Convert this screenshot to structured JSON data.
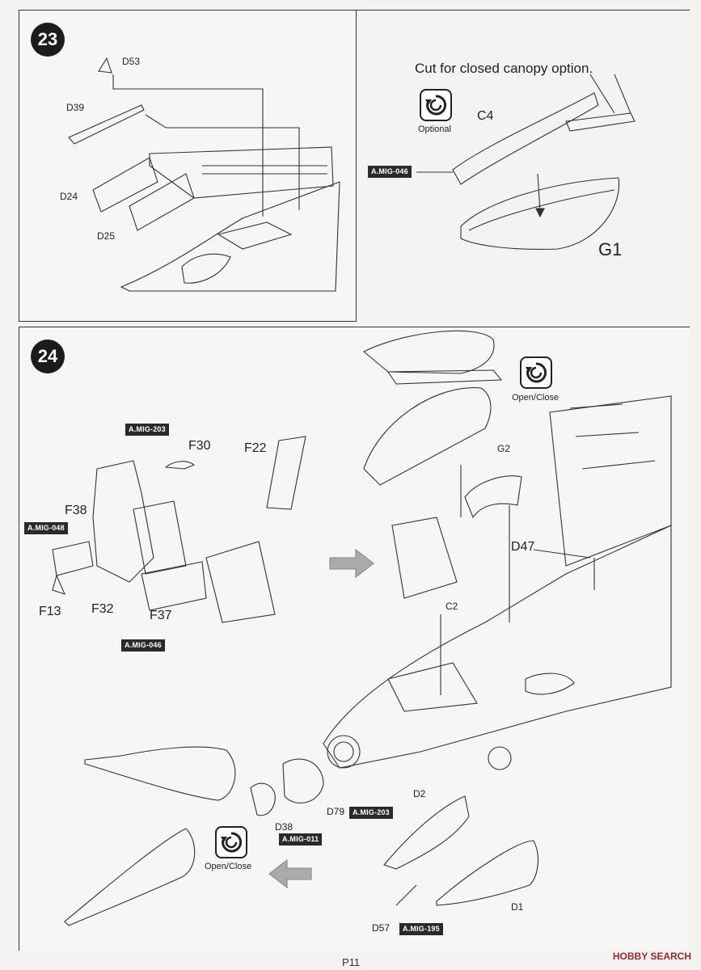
{
  "step23": {
    "number": "23",
    "note": "Cut for closed canopy option.",
    "optional_caption": "Optional",
    "labels": {
      "d53": "D53",
      "d39": "D39",
      "d24": "D24",
      "d25": "D25",
      "c4": "C4",
      "g1": "G1"
    },
    "paint": {
      "c4_paint": "A.MIG-046"
    }
  },
  "step24": {
    "number": "24",
    "open_close_caption_top": "Open/Close",
    "open_close_caption_bottom": "Open/Close",
    "labels": {
      "f30": "F30",
      "f22": "F22",
      "f38": "F38",
      "f13": "F13",
      "f32": "F32",
      "f37": "F37",
      "g2": "G2",
      "d47": "D47",
      "c2": "C2",
      "d79": "D79",
      "d38": "D38",
      "d2": "D2",
      "d57": "D57",
      "d1": "D1"
    },
    "paint": {
      "seat_top": "A.MIG-203",
      "seat_left": "A.MIG-048",
      "seat_bottom": "A.MIG-046",
      "d79_paint": "A.MIG-203",
      "d38_paint": "A.MIG-011",
      "d57_paint": "A.MIG-195"
    }
  },
  "footer": {
    "page": "P11",
    "watermark": "HOBBY SEARCH"
  },
  "icons": [
    "rotate-arrow-icon",
    "direction-arrow-icon"
  ],
  "colors": {
    "ink": "#222222",
    "tag_bg": "#2a2a2a",
    "page_bg": "#f4f3f1"
  }
}
